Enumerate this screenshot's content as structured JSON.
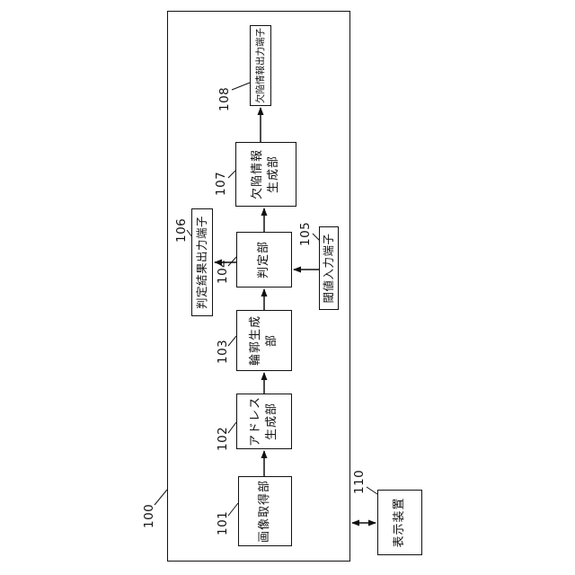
{
  "figure": {
    "device_ref": "100",
    "blocks": [
      {
        "ref": "101",
        "label": "画像取得部"
      },
      {
        "ref": "102",
        "label": "アドレス\n生成部"
      },
      {
        "ref": "103",
        "label": "輪郭生成部"
      },
      {
        "ref": "104",
        "label": "判定部"
      },
      {
        "ref": "107",
        "label": "欠陥情報\n生成部"
      }
    ],
    "terminals": [
      {
        "ref": "106",
        "label": "判定結果出力端子"
      },
      {
        "ref": "105",
        "label": "閾値入力端子"
      },
      {
        "ref": "108",
        "label": "欠陥情報出力端子"
      }
    ],
    "external_device": {
      "ref": "110",
      "label": "表示装置"
    }
  }
}
